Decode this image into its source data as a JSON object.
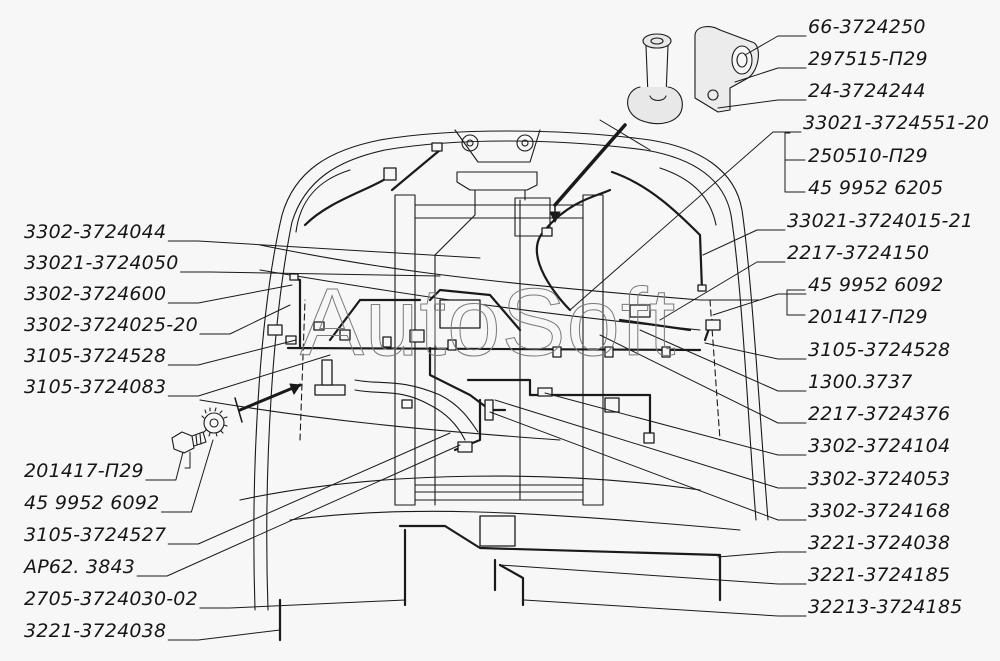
{
  "watermark": "AutoSoft",
  "colors": {
    "background": "#f7f7f7",
    "ink": "#161616"
  },
  "callouts_left": [
    {
      "id": "l1",
      "label": "3302-3724044",
      "target": [
        480,
        258
      ]
    },
    {
      "id": "l2",
      "label": "33021-3724050",
      "target": [
        440,
        276
      ]
    },
    {
      "id": "l3",
      "label": "3302-3724600",
      "target": [
        292,
        285
      ]
    },
    {
      "id": "l4",
      "label": "3302-3724025-20",
      "target": [
        290,
        305
      ]
    },
    {
      "id": "l5",
      "label": "3105-3724528",
      "target": [
        296,
        340
      ]
    },
    {
      "id": "l6",
      "label": "3105-3724083",
      "target": [
        330,
        355
      ]
    },
    {
      "id": "l7",
      "label": "201417-П29",
      "target": [
        183,
        452
      ]
    },
    {
      "id": "l8",
      "label": "45 9952 6092",
      "target": [
        213,
        440
      ]
    },
    {
      "id": "l9",
      "label": "3105-3724527",
      "target": [
        450,
        433
      ]
    },
    {
      "id": "l10",
      "label": "AP62. 3843",
      "target": [
        460,
        445
      ]
    },
    {
      "id": "l11",
      "label": "2705-3724030-02",
      "target": [
        405,
        600
      ]
    },
    {
      "id": "l12",
      "label": "3221-3724038",
      "target": [
        280,
        630
      ]
    }
  ],
  "callouts_right": [
    {
      "id": "r1",
      "label": "66-3724250",
      "target": [
        745,
        55
      ]
    },
    {
      "id": "r2",
      "label": "297515-П29",
      "target": [
        735,
        82
      ]
    },
    {
      "id": "r3",
      "label": "24-3724244",
      "target": [
        718,
        108
      ]
    },
    {
      "id": "r4",
      "label": "33021-3724551-20",
      "target": [
        570,
        310
      ]
    },
    {
      "id": "r5",
      "label": "250510-П29",
      "target": null
    },
    {
      "id": "r6",
      "label": "45 9952 6205",
      "target": null
    },
    {
      "id": "r7",
      "label": "33021-3724015-21",
      "target": [
        703,
        255
      ]
    },
    {
      "id": "r8",
      "label": "2217-3724150",
      "target": [
        660,
        320
      ]
    },
    {
      "id": "r9",
      "label": "45 9952 6092",
      "target": [
        713,
        315
      ]
    },
    {
      "id": "r10",
      "label": "201417-П29",
      "target": null
    },
    {
      "id": "r11",
      "label": "3105-3724528",
      "target": [
        705,
        343
      ]
    },
    {
      "id": "r12",
      "label": "1300.3737",
      "target": [
        640,
        330
      ]
    },
    {
      "id": "r13",
      "label": "2217-3724376",
      "target": [
        600,
        335
      ]
    },
    {
      "id": "r14",
      "label": "3302-3724104",
      "target": [
        545,
        393
      ]
    },
    {
      "id": "r15",
      "label": "3302-3724053",
      "target": [
        495,
        400
      ]
    },
    {
      "id": "r16",
      "label": "3302-3724168",
      "target": [
        490,
        412
      ]
    },
    {
      "id": "r17",
      "label": "3221-3724038",
      "target": [
        718,
        557
      ]
    },
    {
      "id": "r18",
      "label": "3221-3724185",
      "target": [
        500,
        565
      ]
    },
    {
      "id": "r19",
      "label": "32213-3724185",
      "target": [
        524,
        600
      ]
    }
  ]
}
